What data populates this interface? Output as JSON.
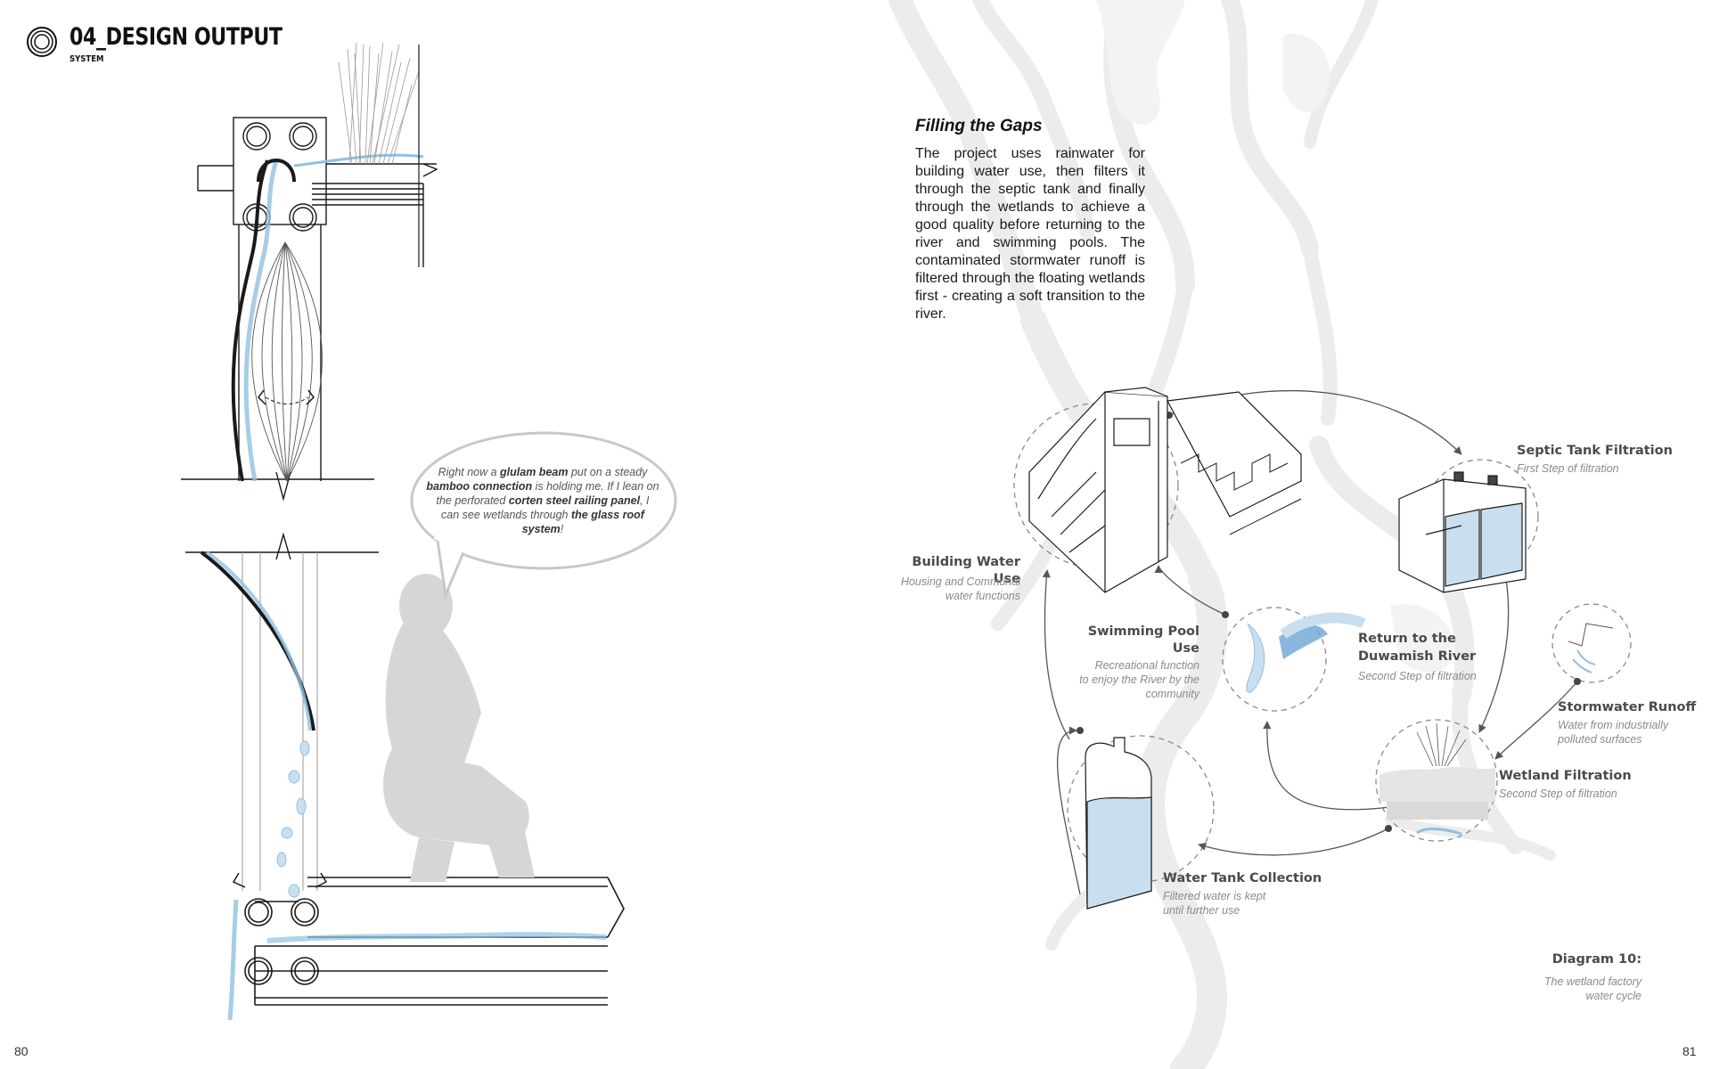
{
  "header": {
    "title": "04_DESIGN OUTPUT",
    "subtitle": "SYSTEM"
  },
  "pages": {
    "left": "80",
    "right": "81"
  },
  "section": {
    "heading": "Filling the Gaps",
    "body": "The project uses rainwater for building water use, then filters it through the septic tank and finally through the wetlands to achieve a good quality before returning to the river and swimming pools. The contaminated stormwater runoff is filtered through the floating wetlands first - creating a soft transition to the river."
  },
  "speech_bubble": {
    "t1": "Right now a ",
    "b1": "glulam beam",
    "t2": " put on a steady ",
    "b2": "bamboo connection",
    "t3": " is holding me. If I lean on the perforated ",
    "b3": "corten steel railing panel",
    "t4": ", I can see wetlands through ",
    "b4": "the glass roof system",
    "t5": "!"
  },
  "nodes": {
    "septic": {
      "label": "Septic Tank Filtration",
      "caption": "First Step of filtration"
    },
    "building": {
      "label": "Building Water Use",
      "caption1": "Housing and Communal",
      "caption2": "water functions"
    },
    "pool": {
      "label1": "Swimming Pool",
      "label2": "Use",
      "caption1": "Recreational function",
      "caption2": "to enjoy the River by the",
      "caption3": "community"
    },
    "river": {
      "label1": "Return to the",
      "label2": "Duwamish River",
      "caption": "Second Step of filtration"
    },
    "stormwater": {
      "label": "Stormwater Runoff",
      "caption1": "Water from industrially",
      "caption2": "polluted surfaces"
    },
    "wetland": {
      "label": "Wetland Filtration",
      "caption": "Second Step of filtration"
    },
    "tank": {
      "label": "Water Tank Collection",
      "caption1": "Filtered water is kept",
      "caption2": "until further use"
    }
  },
  "diagram_caption": {
    "title": "Diagram 10:",
    "line1": "The wetland factory",
    "line2": "water cycle"
  },
  "colors": {
    "water": "#c9dff0",
    "water_stroke": "#8fc0e2",
    "accent_blue": "#6aa6d6",
    "ink": "#1a1a1a",
    "gray_figure": "#d6d6d6",
    "river_bg": "#ededed"
  }
}
